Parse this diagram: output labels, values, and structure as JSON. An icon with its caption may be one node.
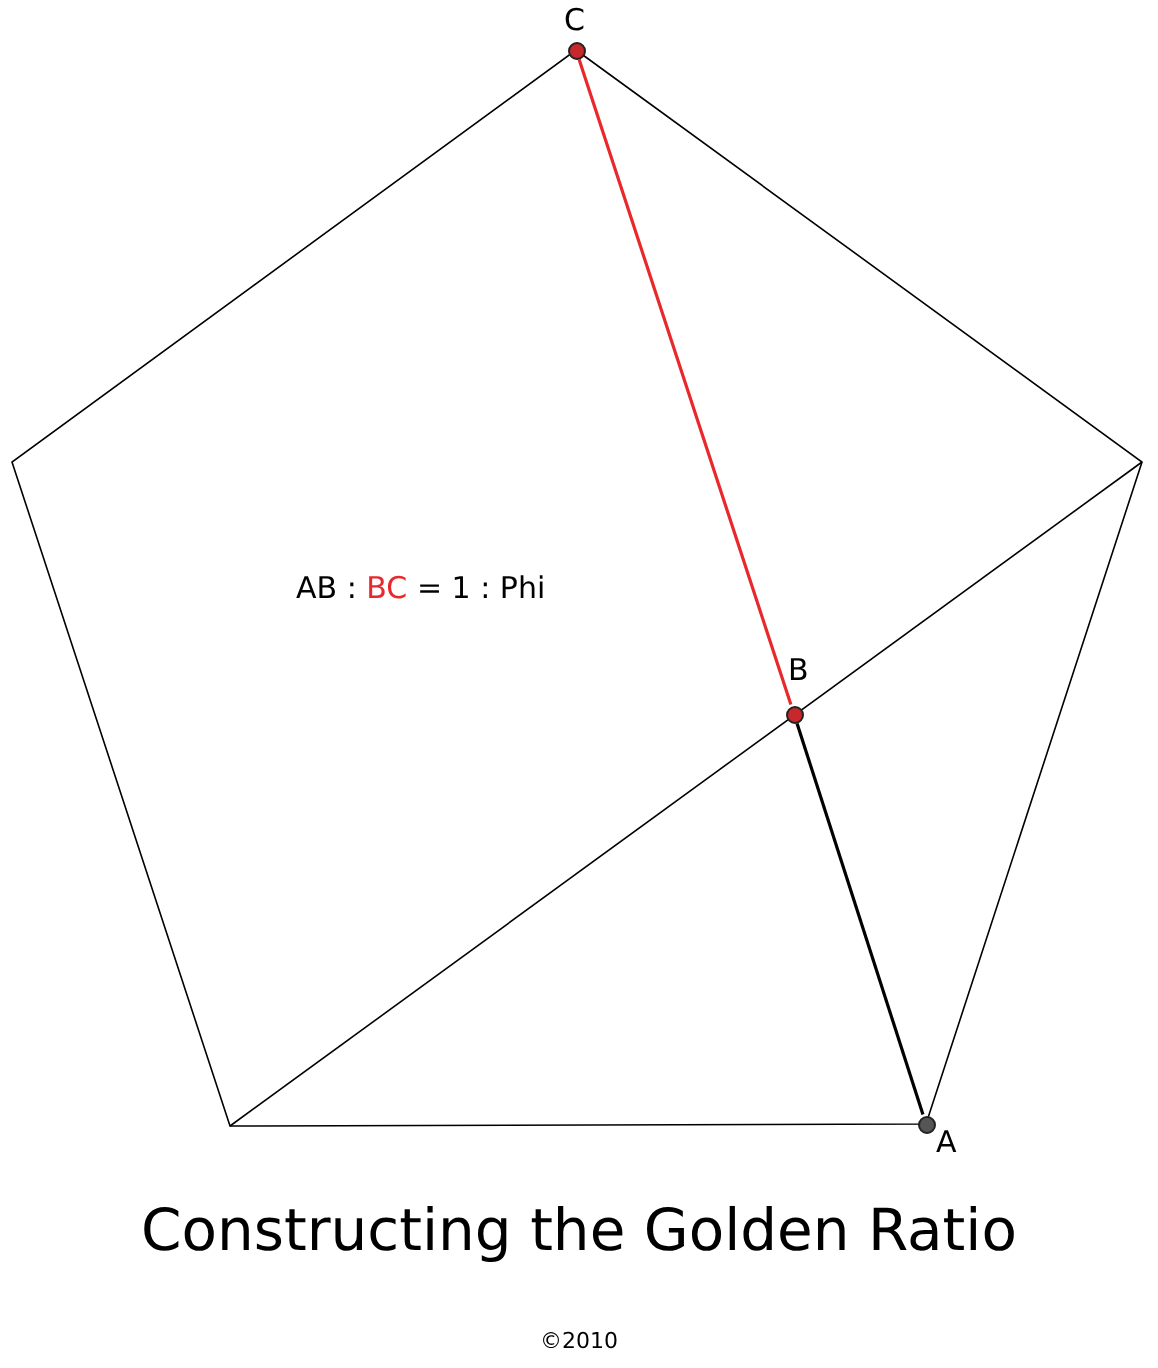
{
  "diagram": {
    "title": "Constructing the Golden Ratio",
    "nodes": [
      {
        "text": [
          "C"
        ]
      },
      {
        "text": [
          "B"
        ]
      },
      {
        "text": [
          "A"
        ]
      }
    ],
    "edges": [
      {
        "from": 0,
        "to": 1,
        "arrow": "none",
        "color": "#e8282b"
      },
      {
        "from": 1,
        "to": 2,
        "arrow": "none",
        "color": "#000000"
      }
    ],
    "labels": [
      "AB : BC = 1 : Phi",
      "©2010"
    ]
  }
}
